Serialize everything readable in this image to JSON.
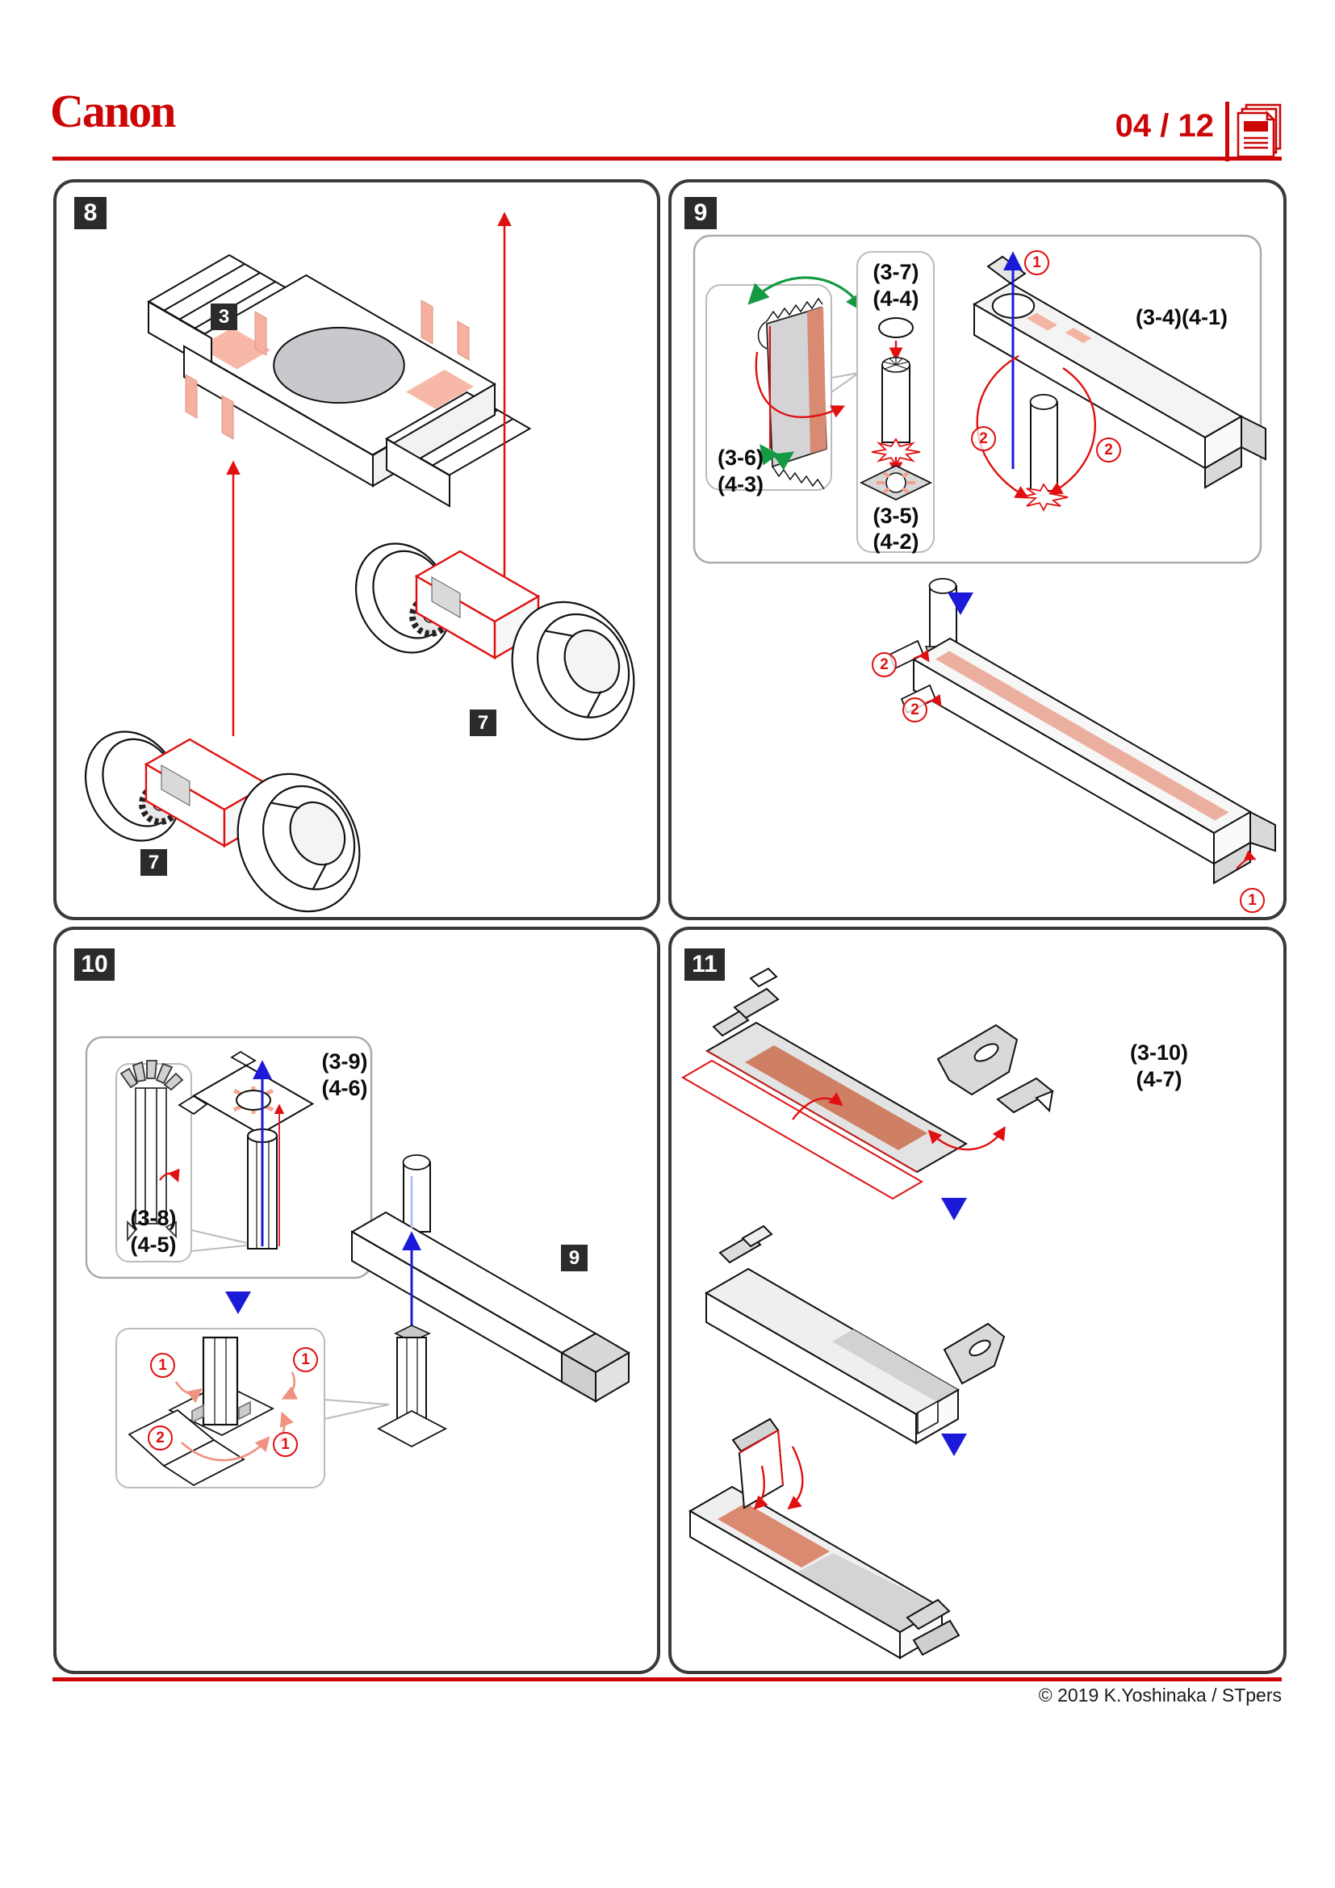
{
  "header": {
    "brand": "Canon",
    "page_indicator": "04 / 12",
    "accent_color": "#cc0606"
  },
  "footer": {
    "copyright": "© 2019 K.Yoshinaka / STpers"
  },
  "markers": {
    "one": "1",
    "two": "2"
  },
  "panel8": {
    "step": "8",
    "chassis_badge": "3",
    "wheel_badge_upper": "7",
    "wheel_badge_lower": "7"
  },
  "panel9": {
    "step": "9",
    "roll_label_1": "(3-6)",
    "roll_label_2": "(4-3)",
    "core_label_1": "(3-7)",
    "core_label_2": "(4-4)",
    "base_label_1": "(3-5)",
    "base_label_2": "(4-2)",
    "beam_label": "(3-4)(4-1)"
  },
  "panel10": {
    "step": "10",
    "column_label_1": "(3-8)",
    "column_label_2": "(4-5)",
    "plate_label_1": "(3-9)",
    "plate_label_2": "(4-6)",
    "ref_badge": "9"
  },
  "panel11": {
    "step": "11",
    "part_label_1": "(3-10)",
    "part_label_2": "(4-7)"
  }
}
